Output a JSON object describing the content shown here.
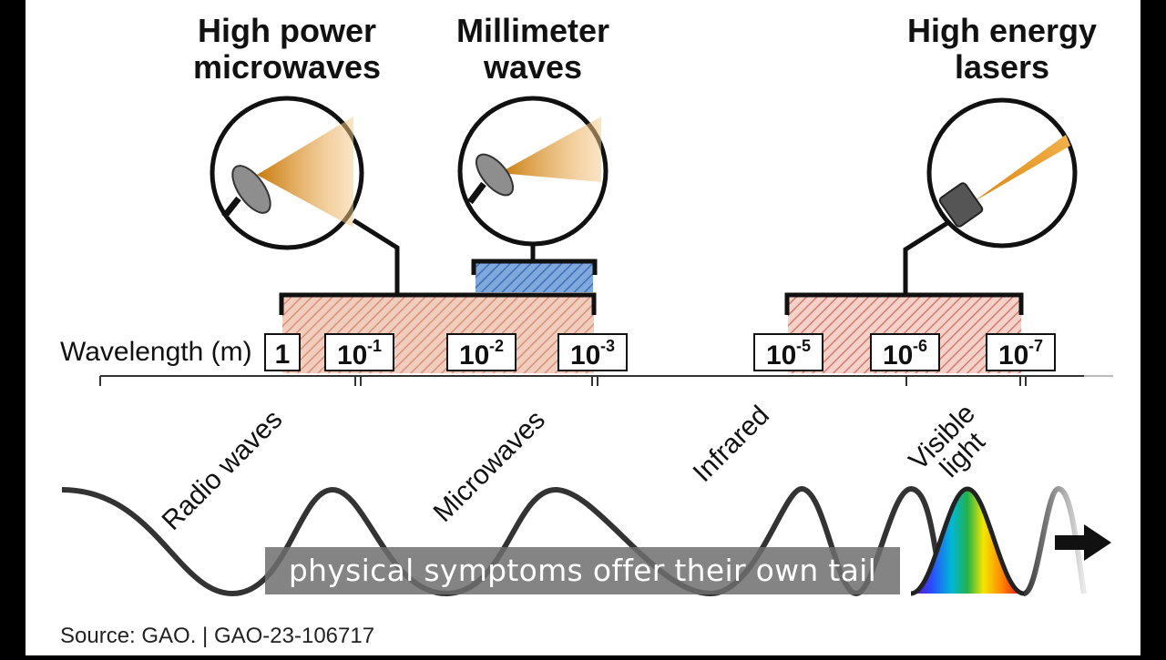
{
  "headings": {
    "hpm": [
      "High power",
      "microwaves"
    ],
    "mmw": [
      "Millimeter",
      "waves"
    ],
    "hel": [
      "High energy",
      "lasers"
    ]
  },
  "axis": {
    "label": "Wavelength (m)",
    "ticks": [
      {
        "base": "1",
        "exp": ""
      },
      {
        "base": "10",
        "exp": "-1"
      },
      {
        "base": "10",
        "exp": "-2"
      },
      {
        "base": "10",
        "exp": "-3"
      },
      {
        "base": "10",
        "exp": "-5"
      },
      {
        "base": "10",
        "exp": "-6"
      },
      {
        "base": "10",
        "exp": "-7"
      }
    ]
  },
  "bands": {
    "radio": "Radio waves",
    "microwaves": "Microwaves",
    "infrared": "Infrared",
    "visible": [
      "Visible",
      "light"
    ]
  },
  "source": "Source: GAO.  |  GAO-23-106717",
  "caption": "physical symptoms offer their own tail",
  "colors": {
    "salmon_hatch": "#e5a48e",
    "blue_hatch": "#4f86c6",
    "beam": "#d9860f",
    "bracket": "#111111"
  }
}
